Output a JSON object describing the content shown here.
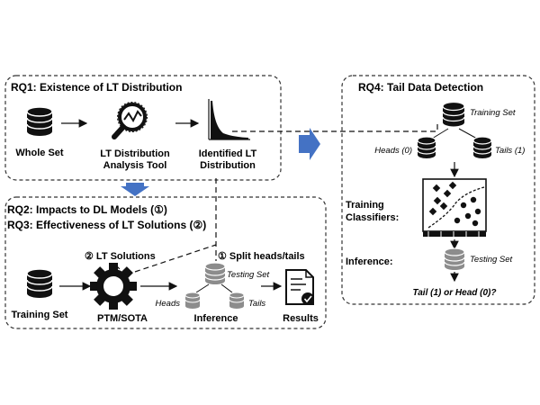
{
  "rq1": {
    "title": "RQ1: Existence of LT Distribution",
    "whole_set": "Whole Set",
    "tool_line1": "LT Distribution",
    "tool_line2": "Analysis Tool",
    "identified_line1": "Identified LT",
    "identified_line2": "Distribution"
  },
  "rq23": {
    "rq2_title": "RQ2: Impacts to DL Models (①)",
    "rq3_title": "RQ3: Effectiveness of LT Solutions (②)",
    "lt_solutions": "② LT Solutions",
    "split": "① Split heads/tails",
    "training_set": "Training Set",
    "ptm_sota": "PTM/SOTA",
    "testing_set": "Testing Set",
    "heads": "Heads",
    "tails": "Tails",
    "inference": "Inference",
    "results": "Results"
  },
  "rq4": {
    "title": "RQ4: Tail Data Detection",
    "training_set": "Training Set",
    "heads": "Heads (0)",
    "tails": "Tails (1)",
    "training_line1": "Training",
    "training_line2": "Classifiers:",
    "inference": "Inference:",
    "testing_set": "Testing Set",
    "question": "Tail (1) or Head (0)?"
  },
  "colors": {
    "accent_blue": "#4472c4",
    "db_dark": "#111111",
    "db_gray": "#8c8c8c"
  }
}
